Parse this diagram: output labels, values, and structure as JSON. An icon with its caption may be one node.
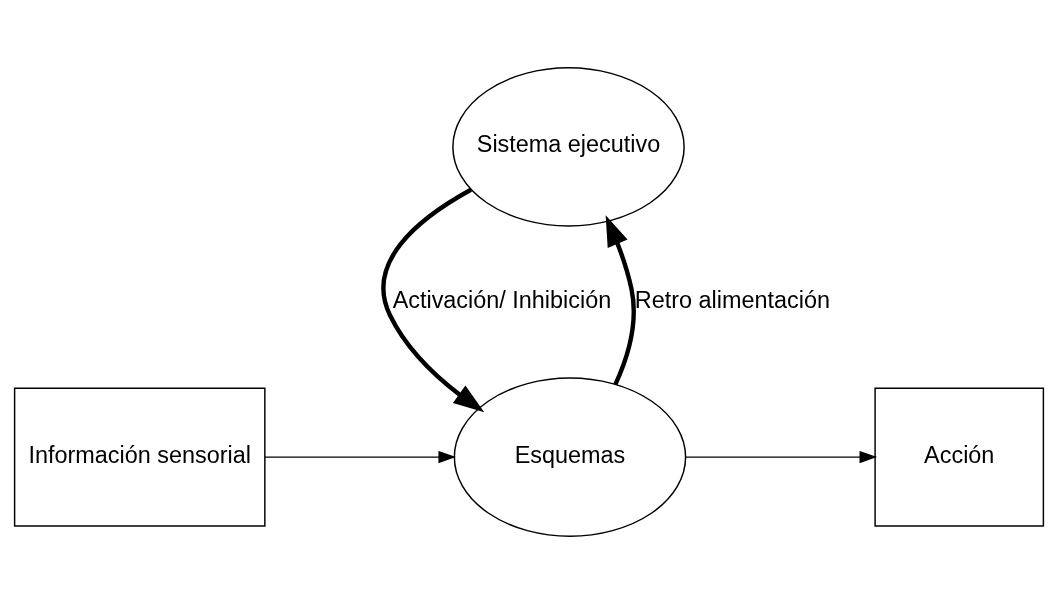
{
  "diagram": {
    "nodes": [
      {
        "text": [
          "Sistema ejecutivo"
        ]
      },
      {
        "text": [
          "Información sensorial"
        ]
      },
      {
        "text": [
          "Esquemas"
        ]
      },
      {
        "text": [
          "Acción"
        ]
      }
    ],
    "edges": [
      {
        "from": 0,
        "to": 2,
        "arrow": "to",
        "label": "Activación/ Inhibición",
        "style": "thick"
      },
      {
        "from": 2,
        "to": 0,
        "arrow": "to",
        "label": "Retro alimentación",
        "style": "thick"
      },
      {
        "from": 1,
        "to": 2,
        "arrow": "to"
      },
      {
        "from": 2,
        "to": 3,
        "arrow": "to"
      }
    ]
  }
}
